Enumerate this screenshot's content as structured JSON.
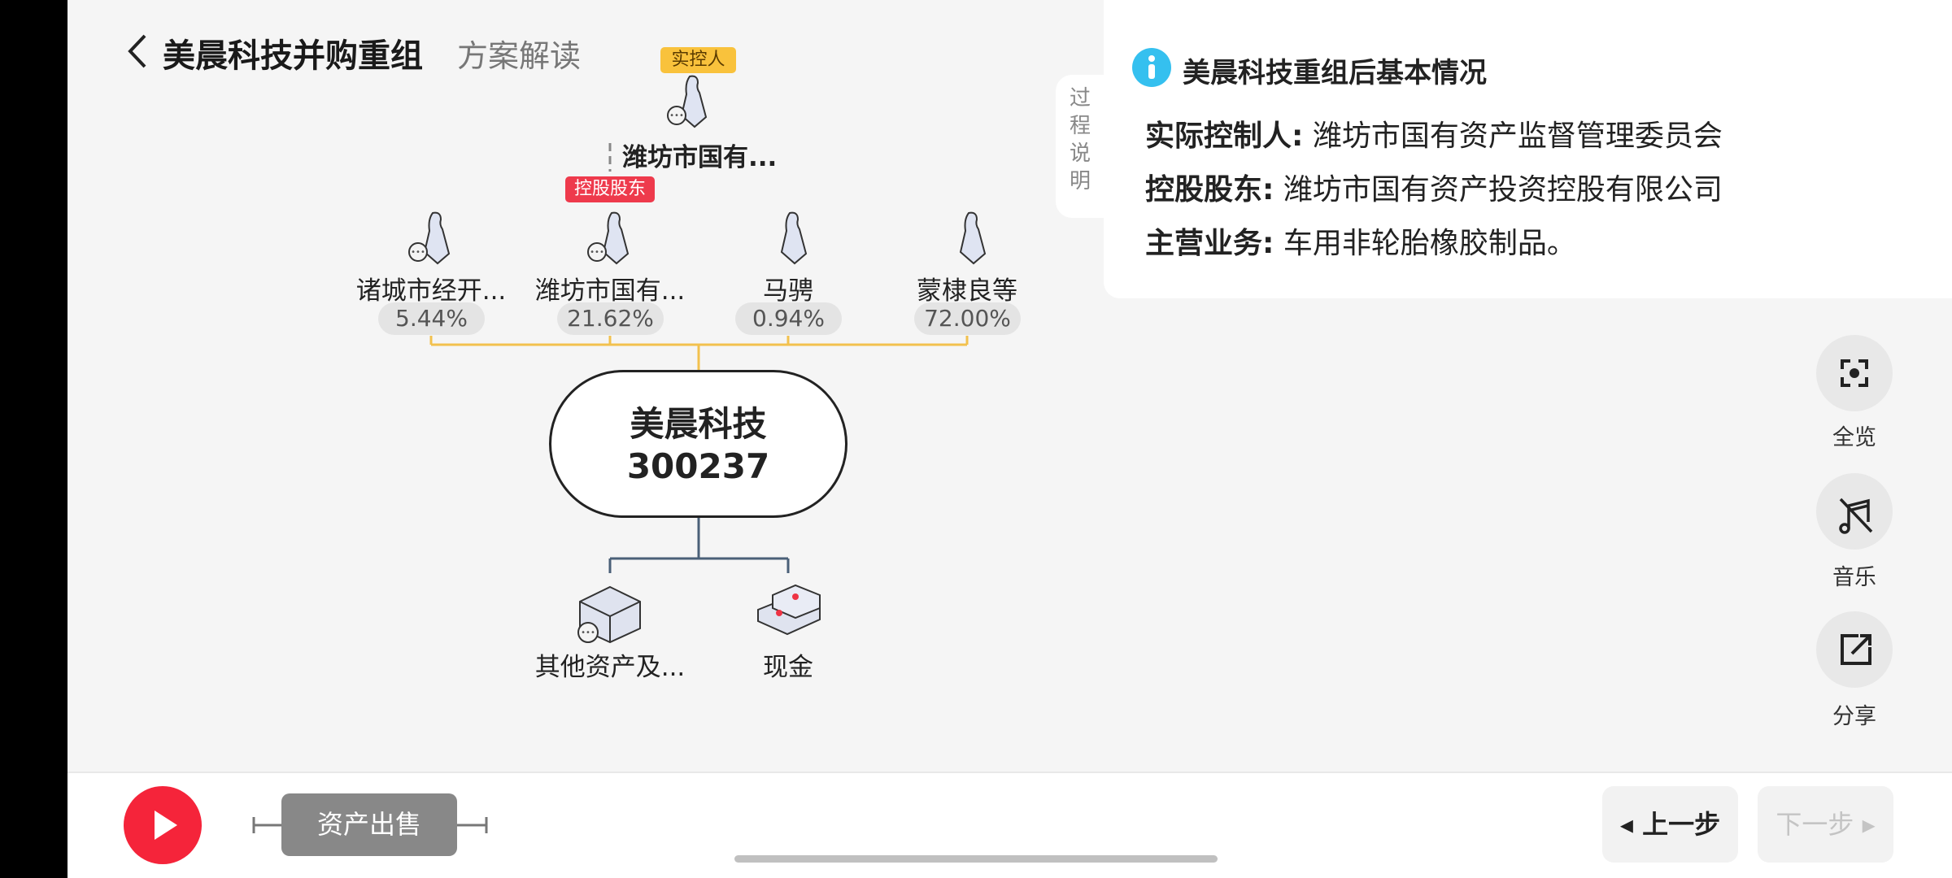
{
  "header": {
    "title": "美晨科技并购重组",
    "subtitle": "方案解读"
  },
  "controller": {
    "badge": "实控人",
    "name": "潍坊市国有..."
  },
  "holding_badge": "控股股东",
  "shareholders": [
    {
      "name": "诸城市经开...",
      "pct": "5.44%"
    },
    {
      "name": "潍坊市国有...",
      "pct": "21.62%"
    },
    {
      "name": "马骋",
      "pct": "0.94%"
    },
    {
      "name": "蒙棣良等",
      "pct": "72.00%"
    }
  ],
  "company": {
    "name": "美晨科技",
    "code": "300237"
  },
  "assets": [
    {
      "name": "其他资产及..."
    },
    {
      "name": "现金"
    }
  ],
  "panel": {
    "tab": "过程说明",
    "title": "美晨科技重组后基本情况",
    "lines": [
      {
        "label": "实际控制人:",
        "value": "潍坊市国有资产监督管理委员会"
      },
      {
        "label": "控股股东:",
        "value": "潍坊市国有资产投资控股有限公司"
      },
      {
        "label": "主营业务:",
        "value": "车用非轮胎橡胶制品。"
      }
    ]
  },
  "side": {
    "overview": "全览",
    "music": "音乐",
    "share": "分享"
  },
  "player": {
    "step": "资产出售",
    "prev": "上一步",
    "next": "下一步"
  },
  "colors": {
    "accent": "#f5243a",
    "yellow": "#f9c23c",
    "line_blue": "#4a6078",
    "info": "#35c0ef"
  }
}
